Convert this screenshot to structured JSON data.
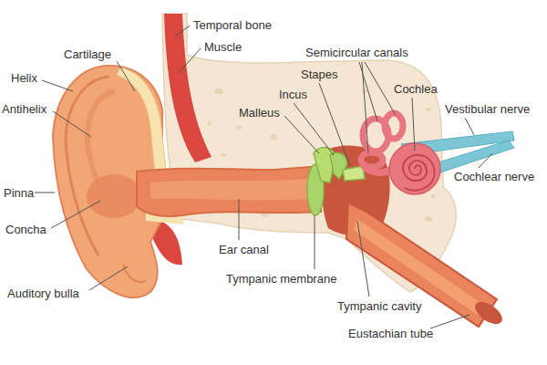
{
  "diagram": {
    "labels": [
      "Temporal bone",
      "Muscle",
      "Cartilage",
      "Semicircular canals",
      "Helix",
      "Stapes",
      "Cochlea",
      "Incus",
      "Antihelix",
      "Vestibular nerve",
      "Malleus",
      "Cochlear nerve",
      "Pinna",
      "Concha",
      "Ear canal",
      "Tympanic membrane",
      "Auditory bulla",
      "Tympanic cavity",
      "Eustachian tube"
    ]
  }
}
